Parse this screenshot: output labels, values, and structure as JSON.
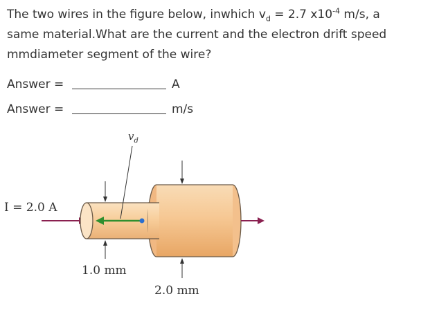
{
  "question": {
    "line1_pre": "The two wires in the figure below, inwhich v",
    "line1_sub": "d",
    "line1_mid": " = 2.7 x10",
    "line1_sup": "-4",
    "line1_post": " m/s, a",
    "line2": "same material.What are the current and the electron drift speed",
    "line3": "mmdiameter segment of the wire?"
  },
  "answers": [
    {
      "label": "Answer =",
      "value": "",
      "unit": "A"
    },
    {
      "label": "Answer =",
      "value": "",
      "unit": "m/s"
    }
  ],
  "figure": {
    "vd_label": "v",
    "vd_sub": "d",
    "current_label": "I = 2.0 A",
    "small_diameter": "1.0 mm",
    "large_diameter": "2.0 mm",
    "colors": {
      "wire": "#f6c894",
      "wire_outline": "#6b5a48",
      "current_arrow": "#8a2050",
      "drift_arrow": "#2f8f2f",
      "electron_dot": "#2a6fd0"
    }
  }
}
